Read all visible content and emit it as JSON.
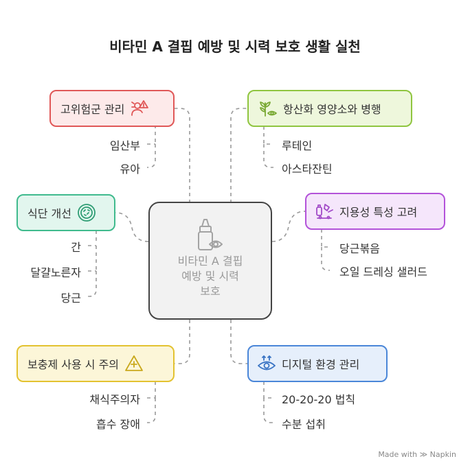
{
  "title": "비타민 A 결핍 예방 및 시력 보호 생활 실천",
  "center": {
    "lines": [
      "비타민 A 결핍",
      "예방 및 시력",
      "보호"
    ]
  },
  "branches": {
    "high_risk": {
      "label": "고위험군 관리",
      "icon": "warning-person-icon",
      "color": "#e05757",
      "fill": "#fdeaea",
      "items": [
        "임산부",
        "유아"
      ]
    },
    "antioxidant": {
      "label": "항산화 영양소와 병행",
      "icon": "leaf-eye-icon",
      "color": "#8fc53f",
      "fill": "#eef7dc",
      "items": [
        "루테인",
        "아스타잔틴"
      ]
    },
    "diet": {
      "label": "식단 개선",
      "icon": "food-bowl-icon",
      "color": "#3fba8d",
      "fill": "#e2f6ee",
      "items": [
        "간",
        "달걀노른자",
        "당근"
      ]
    },
    "fat_soluble": {
      "label": "지용성 특성 고려",
      "icon": "oil-bottle-icon",
      "color": "#b352d9",
      "fill": "#f5e6fb",
      "items": [
        "당근볶음",
        "오일 드레싱 샐러드"
      ]
    },
    "supplement": {
      "label": "보충제 사용 시 주의",
      "icon": "caution-icon",
      "color": "#e3c230",
      "fill": "#fcf6d8",
      "items": [
        "채식주의자",
        "흡수 장애"
      ]
    },
    "digital": {
      "label": "디지털 환경 관리",
      "icon": "eye-screen-icon",
      "color": "#4a86d8",
      "fill": "#e6effb",
      "items": [
        "20-20-20 법칙",
        "수분 섭취"
      ]
    }
  },
  "footer": "Made with ≫ Napkin"
}
